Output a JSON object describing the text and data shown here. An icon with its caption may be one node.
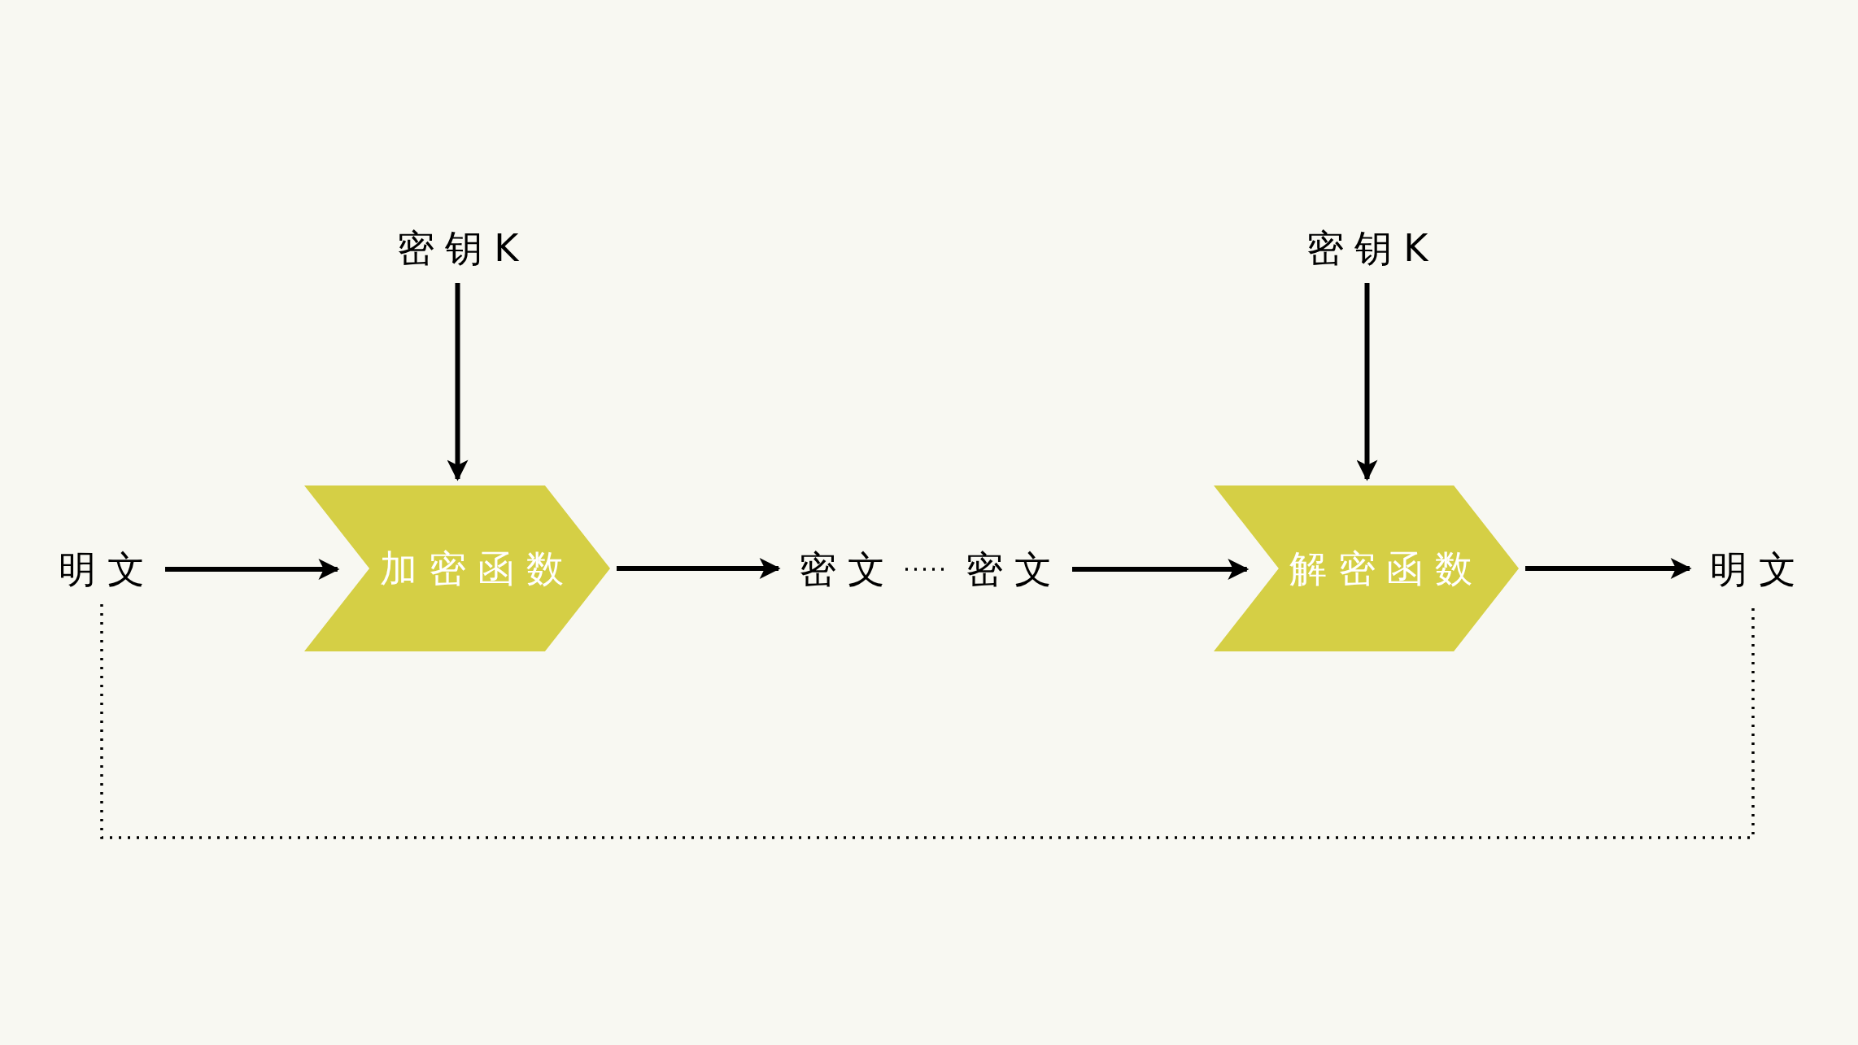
{
  "diagram": {
    "nodes": [
      {
        "text": [
          "密钥K"
        ]
      },
      {
        "text": [
          "明文"
        ]
      },
      {
        "text": [
          "加密函数"
        ]
      },
      {
        "text": [
          "密文"
        ]
      },
      {
        "text": [
          "密文"
        ]
      },
      {
        "text": [
          "密钥K"
        ]
      },
      {
        "text": [
          "解密函数"
        ]
      },
      {
        "text": [
          "明文"
        ]
      }
    ],
    "edges": [
      {
        "from": 0,
        "to": 2,
        "arrow": "to"
      },
      {
        "from": 1,
        "to": 2,
        "arrow": "to"
      },
      {
        "from": 2,
        "to": 3,
        "arrow": "to"
      },
      {
        "from": 3,
        "to": 4,
        "arrow": "none",
        "style": "dashed"
      },
      {
        "from": 4,
        "to": 6,
        "arrow": "to"
      },
      {
        "from": 5,
        "to": 6,
        "arrow": "to"
      },
      {
        "from": 6,
        "to": 7,
        "arrow": "to"
      },
      {
        "from": 1,
        "to": 7,
        "arrow": "none",
        "style": "dashed"
      }
    ]
  }
}
